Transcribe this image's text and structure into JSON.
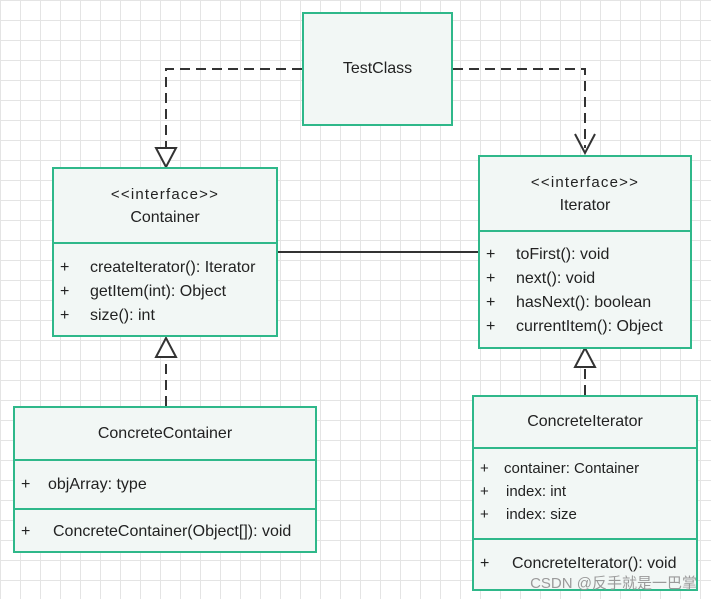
{
  "test_class": {
    "name": "TestClass"
  },
  "container": {
    "stereotype": "<<interface>>",
    "name": "Container",
    "methods": [
      "createIterator(): Iterator",
      "getItem(int): Object",
      "size(): int"
    ]
  },
  "iterator": {
    "stereotype": "<<interface>>",
    "name": "Iterator",
    "methods": [
      "toFirst(): void",
      "next(): void",
      "hasNext(): boolean",
      "currentItem(): Object"
    ]
  },
  "concrete_container": {
    "name": "ConcreteContainer",
    "attributes": [
      "objArray: type"
    ],
    "methods": [
      "ConcreteContainer(Object[]): void"
    ]
  },
  "concrete_iterator": {
    "name": "ConcreteIterator",
    "attributes": [
      "container: Container",
      "index: int",
      "index: size"
    ],
    "methods": [
      "ConcreteIterator(): void"
    ]
  },
  "visibility_symbol": "+",
  "watermark": "CSDN @反手就是一巴掌",
  "colors": {
    "border": "#2fb88a",
    "fill": "#f2f7f5",
    "line": "#333333",
    "grid": "#e4e4e4"
  }
}
